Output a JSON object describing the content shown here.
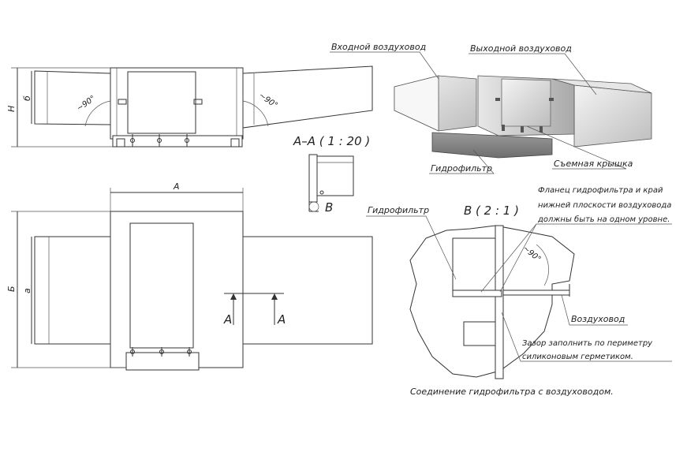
{
  "labels": {
    "inlet_duct": "Входной воздуховод",
    "outlet_duct": "Выходной воздуховод",
    "hydrofilter_iso": "Гидрофильтр",
    "removable_cover": "Съемная крышка",
    "hydrofilter_detail": "Гидрофильтр",
    "section_title": "A–A ( 1 : 20 )",
    "detail_title": "B ( 2 : 1 )",
    "note_flange_1": "Фланец гидрофильтра и край",
    "note_flange_2": "нижней плоскости воздуховода",
    "note_flange_3": "должны быть на одном уровне.",
    "duct": "Воздуховод",
    "note_gap_1": "Зазор заполнить по периметру",
    "note_gap_2": "силиконовым герметиком.",
    "caption": "Соединение гидрофильтра с воздуховодом.",
    "dim_H": "H",
    "dim_b": "б",
    "dim_A": "A",
    "dim_B": "Б",
    "dim_a": "a",
    "angle_left": "~90°",
    "angle_right": "~90°",
    "angle_detail": "~90°",
    "cut_A_left": "A",
    "cut_A_right": "A",
    "detail_mark": "B"
  }
}
